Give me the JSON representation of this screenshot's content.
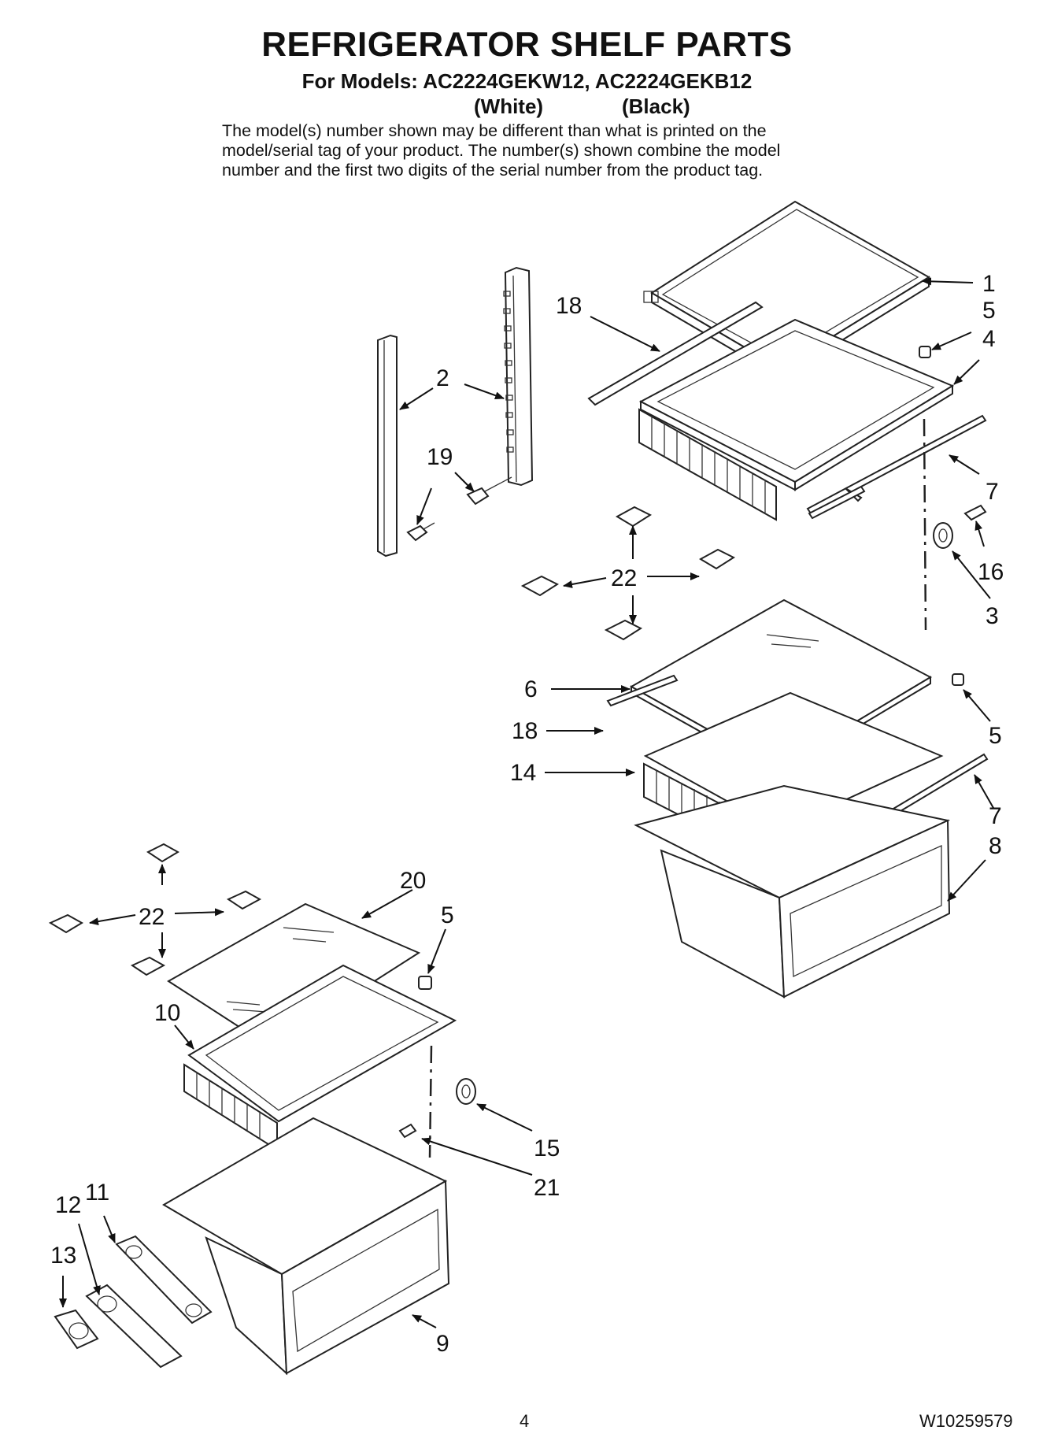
{
  "header": {
    "title": "REFRIGERATOR SHELF PARTS",
    "subtitle": "For Models: AC2224GEKW12, AC2224GEKB12",
    "color_white": "(White)",
    "color_black": "(Black)",
    "description_lines": [
      "The model(s) number shown may be different than what is printed on the",
      "model/serial tag of your product. The number(s) shown combine the model",
      "number and the first two digits of the serial number from the product tag."
    ]
  },
  "callouts": {
    "c1": "1",
    "c5a": "5",
    "c4": "4",
    "c18a": "18",
    "c2": "2",
    "c19": "19",
    "c7a": "7",
    "c16": "16",
    "c3": "3",
    "c22a": "22",
    "c6": "6",
    "c18b": "18",
    "c5b": "5",
    "c14": "14",
    "c7b": "7",
    "c8": "8",
    "c20": "20",
    "c5c": "5",
    "c22b": "22",
    "c10": "10",
    "c15": "15",
    "c21": "21",
    "c12": "12",
    "c11": "11",
    "c13": "13",
    "c9": "9"
  },
  "footer": {
    "page_number": "4",
    "doc_code": "W10259579"
  }
}
